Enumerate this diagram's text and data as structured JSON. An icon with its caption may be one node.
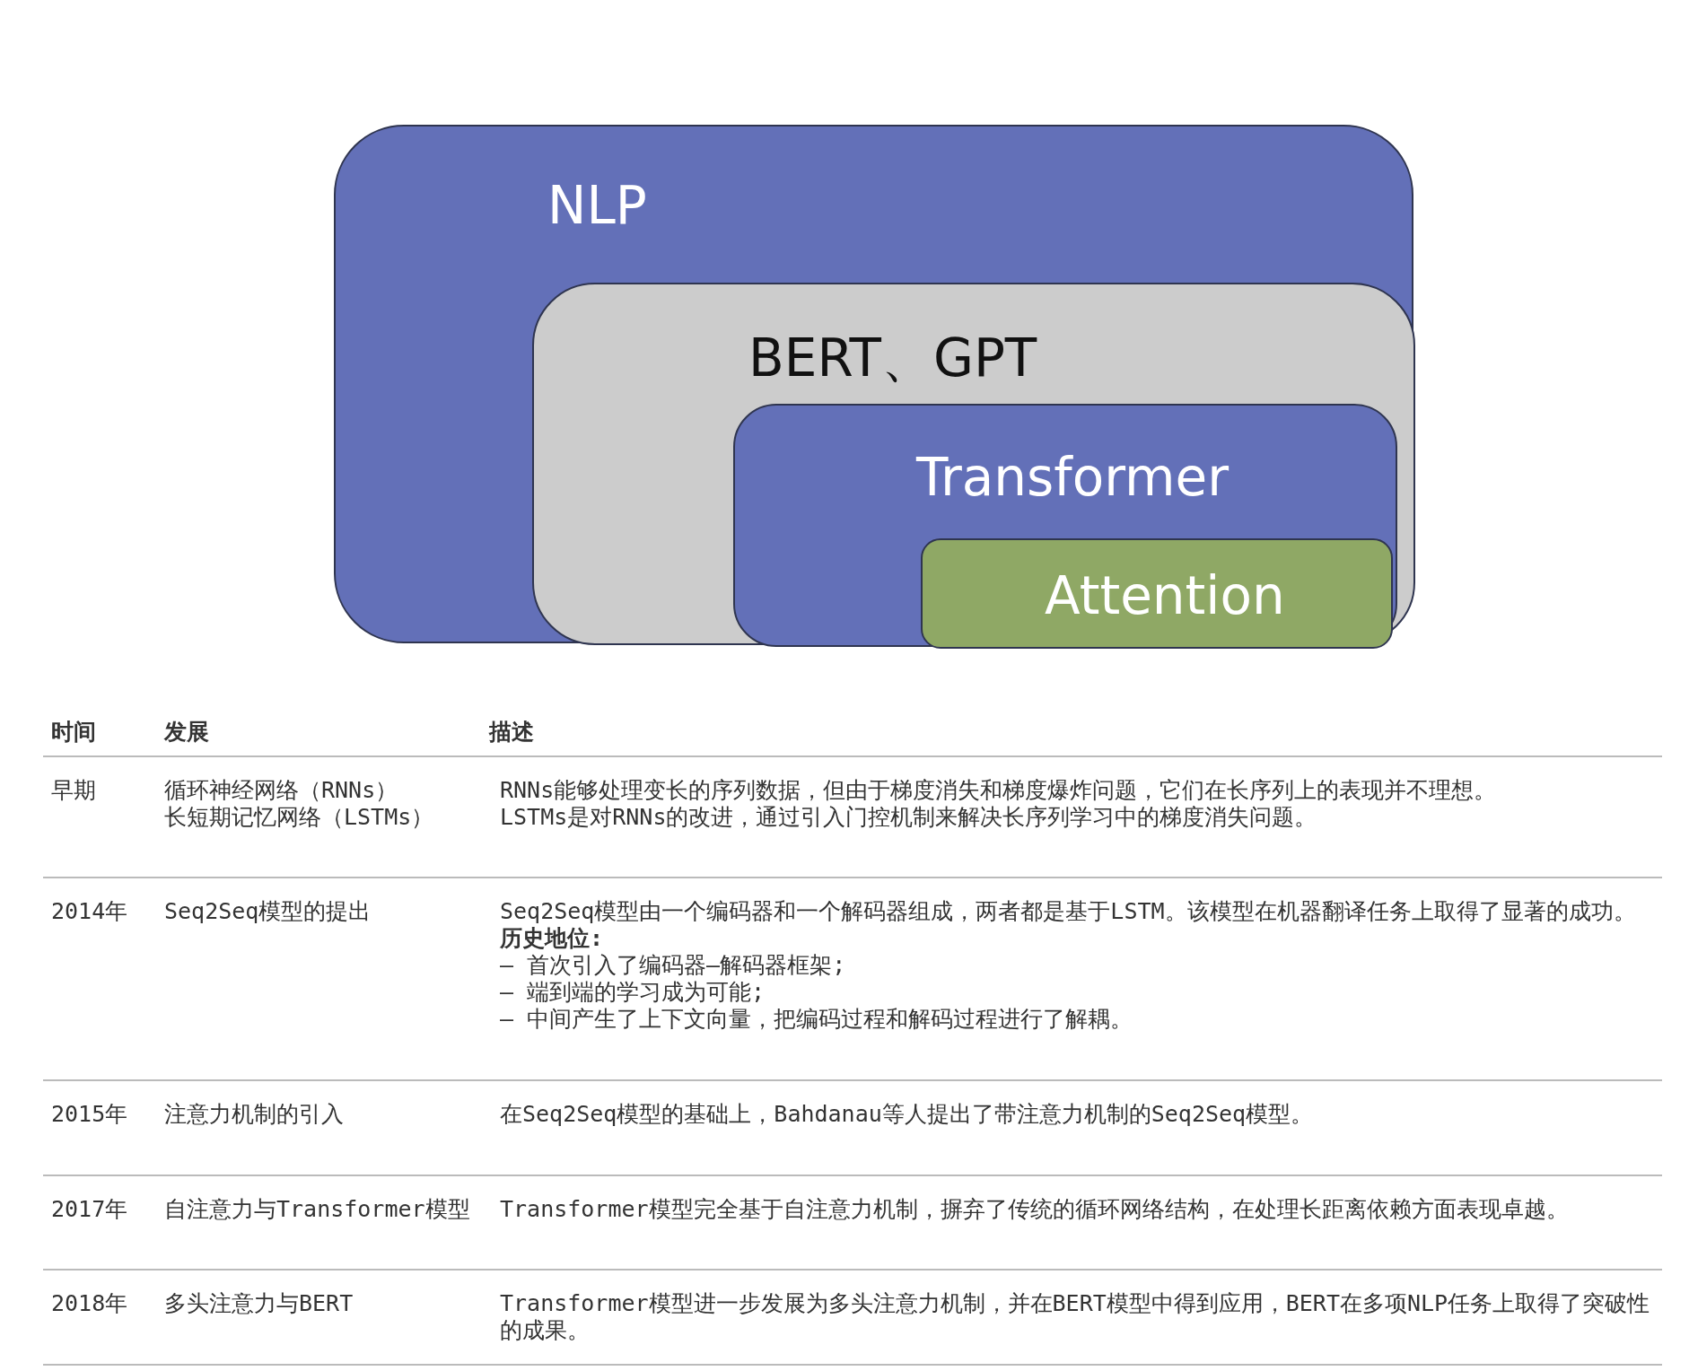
{
  "diagram": {
    "nodes": [
      {
        "text": [
          "NLP"
        ]
      },
      {
        "text": [
          "BERT、GPT"
        ],
        "in": 0
      },
      {
        "text": [
          "Transformer"
        ],
        "in": 1
      },
      {
        "text": [
          "Attention"
        ],
        "in": 2
      }
    ],
    "edges": [],
    "labels": [
      "时间",
      "发展",
      "描述",
      "早期",
      "循环神经网络（RNNs）",
      "长短期记忆网络（LSTMs）",
      "RNNs能够处理变长的序列数据，但由于梯度消失和梯度爆炸问题，它们在长序列上的表现并不理想。",
      "LSTMs是对RNNs的改进，通过引入门控机制来解决长序列学习中的梯度消失问题。",
      "2014年",
      "Seq2Seq模型的提出",
      "Seq2Seq模型由一个编码器和一个解码器组成，两者都是基于LSTM。该模型在机器翻译任务上取得了显著的成功。",
      "历史地位:",
      "– 首次引入了编码器–解码器框架;",
      "– 端到端的学习成为可能;",
      "– 中间产生了上下文向量，把编码过程和解码过程进行了解耦。",
      "2015年",
      "注意力机制的引入",
      "在Seq2Seq模型的基础上，Bahdanau等人提出了带注意力机制的Seq2Seq模型。",
      "2017年",
      "自注意力与Transformer模型",
      "Transformer模型完全基于自注意力机制，摒弃了传统的循环网络结构，在处理长距离依赖方面表现卓越。",
      "2018年",
      "多头注意力与BERT",
      "Transformer模型进一步发展为多头注意力机制，并在BERT模型中得到应用，BERT在多项NLP任务上取得了突破性的成果。"
    ]
  }
}
